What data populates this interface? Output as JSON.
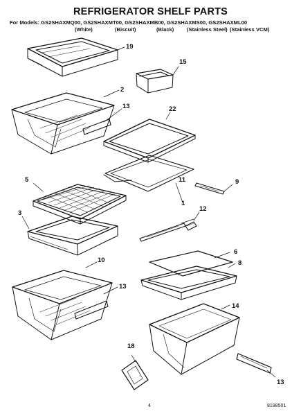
{
  "header": {
    "title": "REFRIGERATOR SHELF PARTS",
    "models_line": "For Models: GS2SHAXMQ00, GS2SHAXMT00, GS2SHAXMB00, GS2SHAXMS00, GS2SHAXML00",
    "colors": [
      "(White)",
      "(Biscuit)",
      "(Black)",
      "(Stainless Steel)",
      "(Stainless VCM)"
    ]
  },
  "callouts": {
    "c19": "19",
    "c15": "15",
    "c2": "2",
    "c13a": "13",
    "c22": "22",
    "c5": "5",
    "c11": "11",
    "c9": "9",
    "c1": "1",
    "c12": "12",
    "c3": "3",
    "c10": "10",
    "c13b": "13",
    "c6": "6",
    "c8": "8",
    "c14": "14",
    "c18": "18",
    "c13c": "13"
  },
  "footer": {
    "page": "4",
    "doc": "8198501"
  }
}
